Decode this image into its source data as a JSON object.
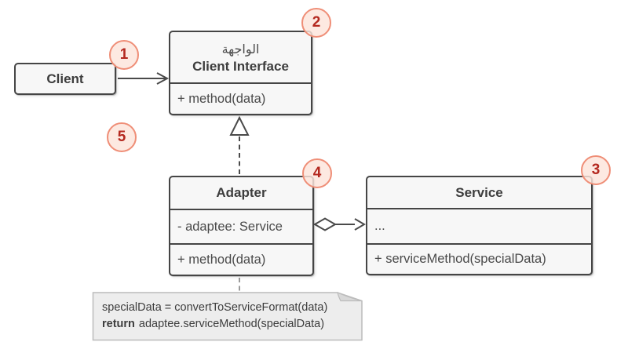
{
  "colors": {
    "box_border": "#454545",
    "box_fill": "#f7f7f7",
    "connector": "#4a4a4a",
    "badge_fill": "#fce4db",
    "badge_border": "#ef8e77",
    "badge_text": "#b4281f",
    "note_fill": "#ededed",
    "note_fold": "#d8d8d8",
    "note_border": "#bcbcbc"
  },
  "classes": {
    "client": {
      "title": "Client"
    },
    "client_interface": {
      "title_ar": "الواجهة",
      "title": "Client Interface",
      "methods": [
        "+ method(data)"
      ]
    },
    "adapter": {
      "title": "Adapter",
      "attributes": [
        "- adaptee: Service"
      ],
      "methods": [
        "+ method(data)"
      ]
    },
    "service": {
      "title": "Service",
      "attributes": [
        "..."
      ],
      "methods": [
        "+ serviceMethod(specialData)"
      ]
    }
  },
  "badges": {
    "b1": "1",
    "b2": "2",
    "b3": "3",
    "b4": "4",
    "b5": "5"
  },
  "note": {
    "line1": "specialData = convertToServiceFormat(data)",
    "line2_keyword": "return",
    "line2_rest": "adaptee.serviceMethod(specialData)"
  }
}
